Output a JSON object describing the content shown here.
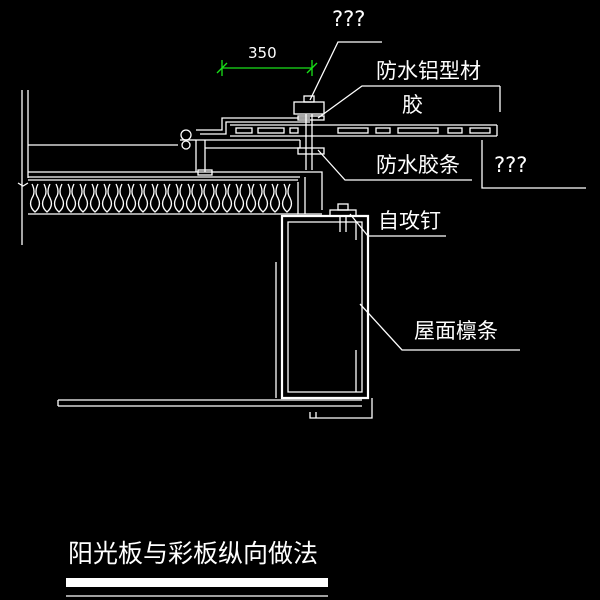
{
  "labels": {
    "top_unknown": "???",
    "dimension": "350",
    "waterproof_aluminum_profile": "防水铝型材",
    "glue": "胶",
    "side_unknown": "???",
    "waterproof_strip": "防水胶条",
    "self_tapping_screw": "自攻钉",
    "roof_purlin": "屋面檩条"
  },
  "title": "阳光板与彩板纵向做法",
  "colors": {
    "background": "#000000",
    "lines": "#ffffff",
    "dimension_line": "#19e019"
  }
}
